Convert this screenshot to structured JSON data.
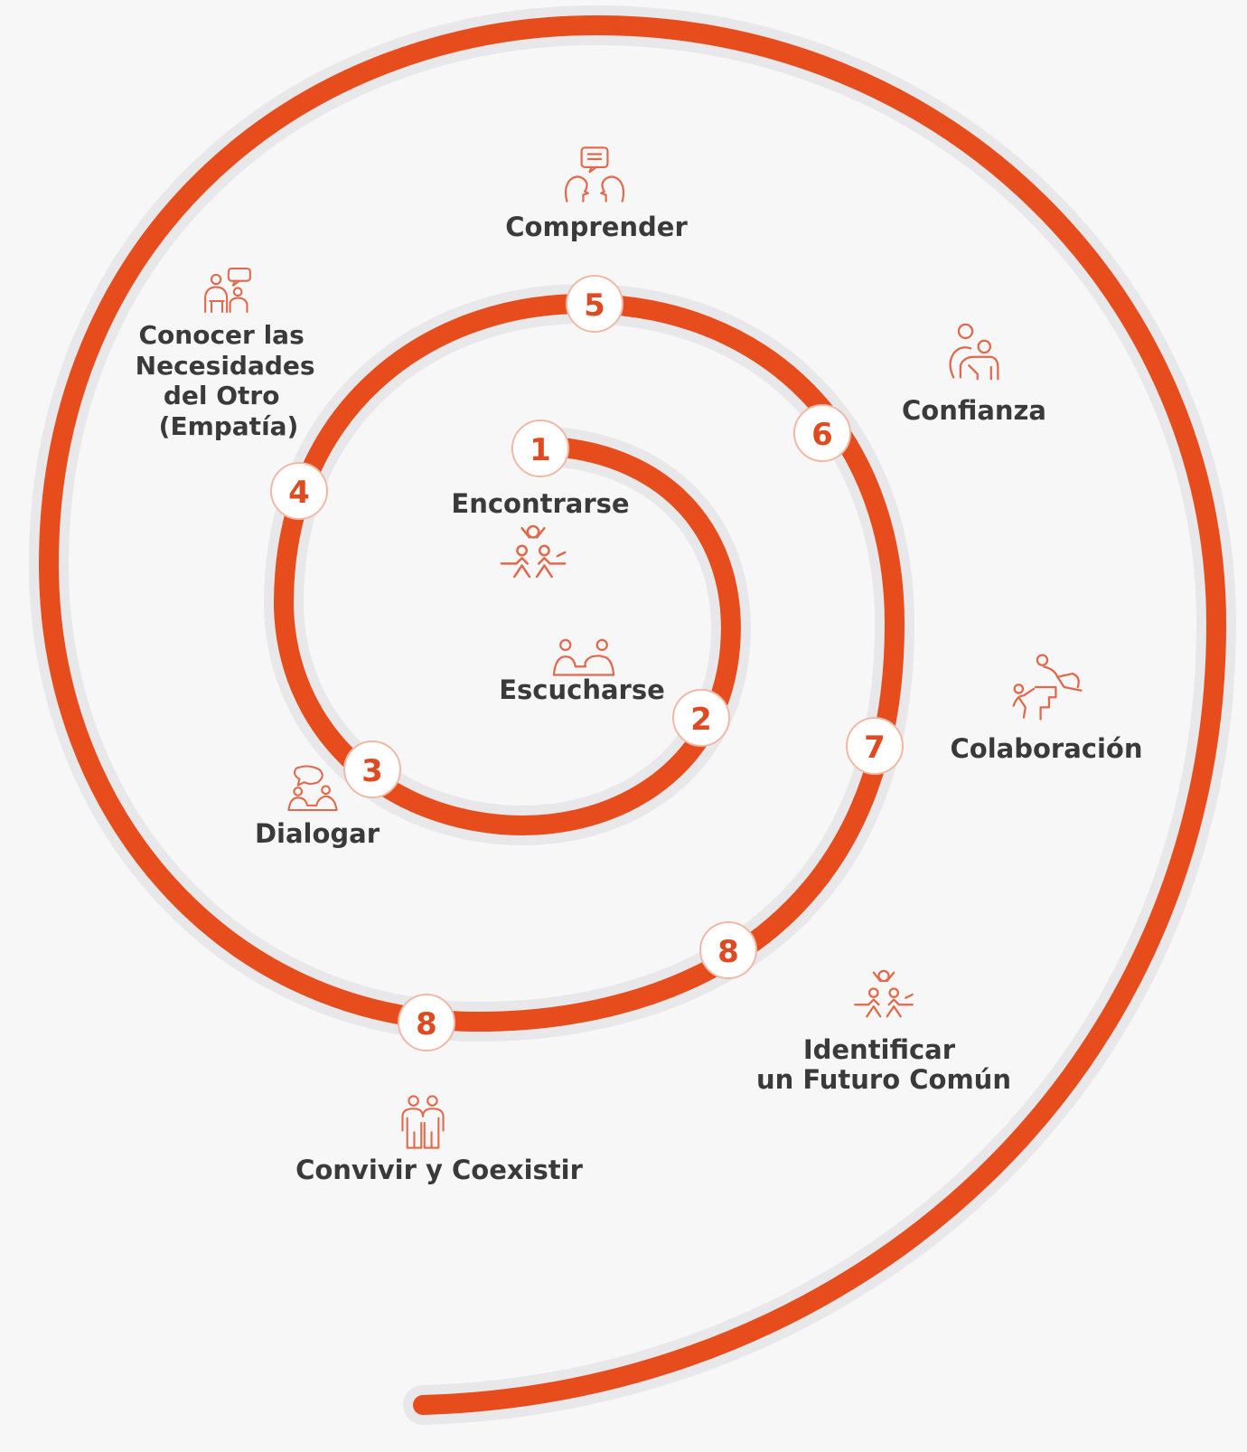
{
  "diagram": {
    "colors": {
      "spiral": "#e64c1c",
      "halo": "#e8e8ea",
      "badge_fill": "#ffffff",
      "badge_stroke": "#f2b8a6",
      "number": "#e04a20",
      "icon": "#e3674a",
      "label": "#3a3a3a",
      "background": "#f7f7f7"
    },
    "steps": [
      {
        "number": "1",
        "label": "Encontrarse",
        "icon": "group-celebrating-icon"
      },
      {
        "number": "2",
        "label": "Escucharse",
        "icon": "two-people-talking-icon"
      },
      {
        "number": "3",
        "label": "Dialogar",
        "icon": "two-people-chat-bubble-icon"
      },
      {
        "number": "4",
        "label_lines": [
          "Conocer las",
          "Necesidades",
          "del Otro",
          "(Empatía)"
        ],
        "icon": "people-with-speech-bubble-icon"
      },
      {
        "number": "5",
        "label": "Comprender",
        "icon": "two-heads-message-icon"
      },
      {
        "number": "6",
        "label": "Confianza",
        "icon": "person-supporting-person-icon"
      },
      {
        "number": "7",
        "label": "Colaboración",
        "icon": "helping-climb-icon"
      },
      {
        "number": "8",
        "label_lines": [
          "Identificar",
          "un Futuro Común"
        ],
        "icon": "group-celebrating-icon"
      },
      {
        "number": "8",
        "label": "Convivir y Coexistir",
        "icon": "two-people-standing-icon"
      }
    ]
  }
}
